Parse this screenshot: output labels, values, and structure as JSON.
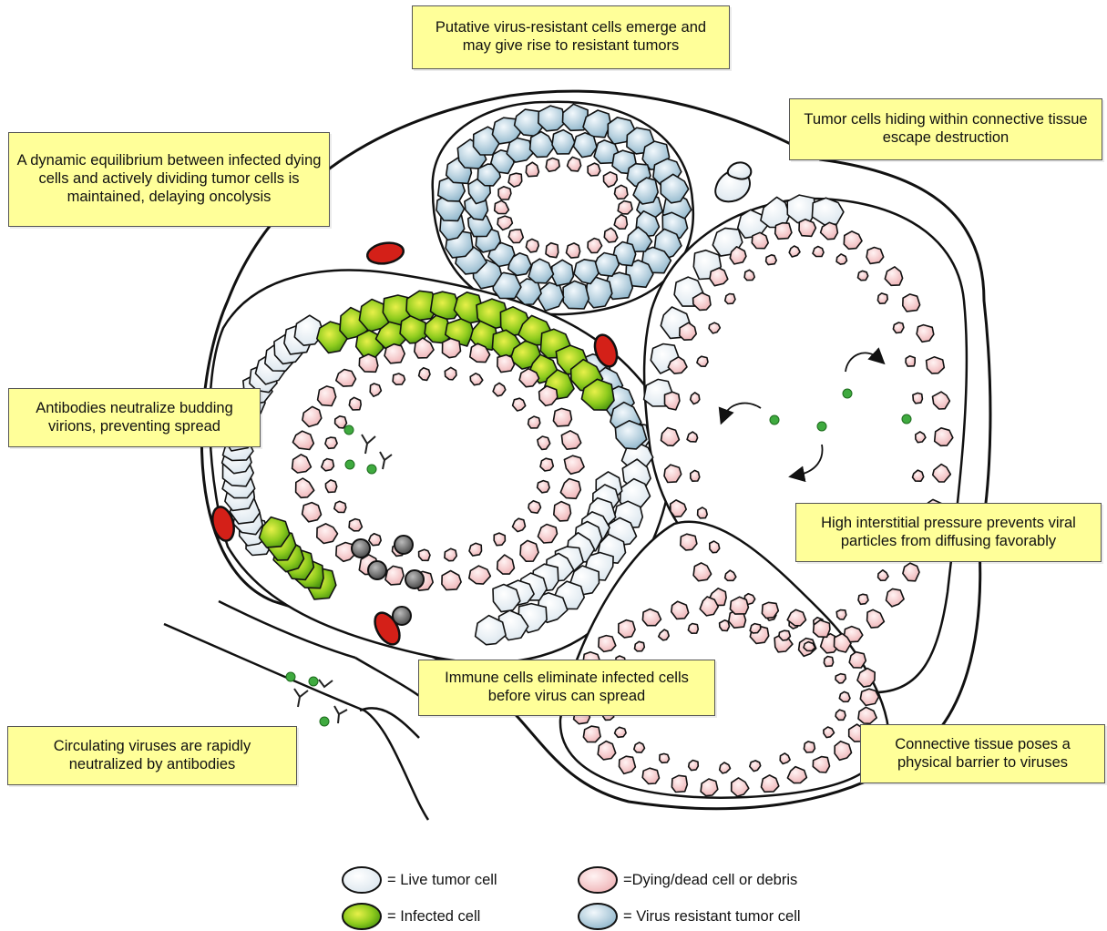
{
  "callouts": {
    "resistant_cells": "Putative virus-resistant cells emerge and may give rise to resistant tumors",
    "hiding_cells": "Tumor cells hiding within connective tissue escape destruction",
    "equilibrium": "A dynamic equilibrium between infected dying cells and actively dividing tumor cells is maintained, delaying oncolysis",
    "antibodies_budding": "Antibodies neutralize budding virions, preventing spread",
    "interstitial_pressure": "High interstitial pressure prevents viral particles from diffusing favorably",
    "immune_cells": "Immune cells eliminate infected cells before virus can spread",
    "connective_barrier": "Connective tissue poses a physical barrier to viruses",
    "circulating_viruses": "Circulating viruses are rapidly neutralized by antibodies"
  },
  "legend": {
    "live": "= Live tumor cell",
    "infected": "= Infected  cell",
    "dying": "=Dying/dead cell or debris",
    "resistant": "= Virus resistant tumor cell"
  },
  "colors": {
    "live_cell": "#eef4f8",
    "infected_cell": "#7fc41c",
    "dying_cell": "#f4c4c6",
    "resistant_cell": "#a9c9d9",
    "red_blood_cell": "#d42018",
    "virus": "#3faa3f",
    "callout_bg": "#ffff99"
  }
}
